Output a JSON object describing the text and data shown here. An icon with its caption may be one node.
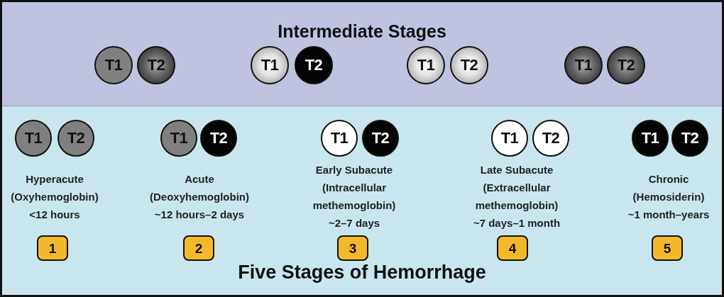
{
  "diagram": {
    "nodes": [
      {
        "text": [
          "Intermediate Stages"
        ]
      },
      {
        "text": [
          "T1"
        ],
        "in": 0
      },
      {
        "text": [
          "T2"
        ],
        "in": 0
      },
      {
        "text": [
          "T1"
        ],
        "in": 0
      },
      {
        "text": [
          "T2"
        ],
        "in": 0
      },
      {
        "text": [
          "T1"
        ],
        "in": 0
      },
      {
        "text": [
          "T2"
        ],
        "in": 0
      },
      {
        "text": [
          "T1"
        ],
        "in": 0
      },
      {
        "text": [
          "T2"
        ],
        "in": 0
      },
      {
        "text": [
          "Five Stages of Hemorrhage"
        ]
      },
      {
        "text": [
          "T1"
        ],
        "in": 9
      },
      {
        "text": [
          "T2"
        ],
        "in": 9
      },
      {
        "text": [
          "T1"
        ],
        "in": 9
      },
      {
        "text": [
          "T2"
        ],
        "in": 9
      },
      {
        "text": [
          "T1"
        ],
        "in": 9
      },
      {
        "text": [
          "T2"
        ],
        "in": 9
      },
      {
        "text": [
          "T1"
        ],
        "in": 9
      },
      {
        "text": [
          "T2"
        ],
        "in": 9
      },
      {
        "text": [
          "T1"
        ],
        "in": 9
      },
      {
        "text": [
          "T2"
        ],
        "in": 9
      },
      {
        "text": [
          "1"
        ],
        "in": 9
      },
      {
        "text": [
          "2"
        ],
        "in": 9
      },
      {
        "text": [
          "3"
        ],
        "in": 9
      },
      {
        "text": [
          "4"
        ],
        "in": 9
      },
      {
        "text": [
          "5"
        ],
        "in": 9
      }
    ],
    "labels": [
      "Hyperacute",
      "(Oxyhemoglobin)",
      "<12 hours",
      "Acute",
      "(Deoxyhemoglobin)",
      "~12 hours–2 days",
      "Early Subacute",
      "(Intracellular methemoglobin)",
      "~2–7 days",
      "Late Subacute",
      "(Extracellular methemoglobin)",
      "~7 days–1 month",
      "Chronic",
      "(Hemosiderin)",
      "~1 month–years"
    ]
  }
}
